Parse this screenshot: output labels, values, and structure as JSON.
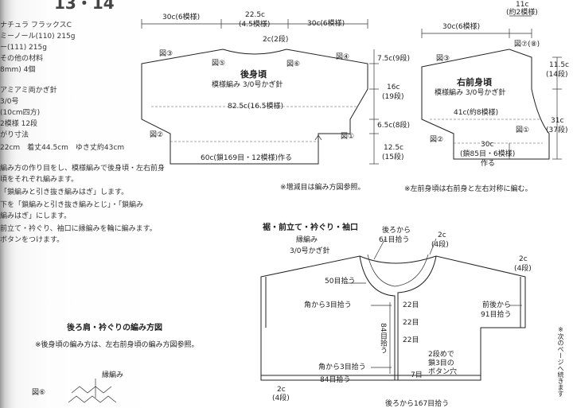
{
  "page_number": "13・14",
  "materials": {
    "lines": [
      "ナチュラ フラックスC",
      "ミーノール(110) 215g",
      "ー(111) 215g",
      "その他の材料",
      "8mm) 4個",
      "アミアミ両かぎ針",
      "3/0号",
      "(10cm四方)",
      "2模様 12段",
      "がり寸法",
      "22cm　着丈44.5cm　ゆき丈約43cm",
      "編み方の作り目をし、模様編みで後身頃・左右前身",
      "頃をそれぞれ編みます。",
      "「鎖編みと引き抜き編みはぎ」します。",
      "下を「鎖編みと引き抜き編みとじ」・「鎖編み",
      "編みはぎ」にします。",
      "前立て・衿ぐり、袖口に縁編みを輪に編みます。",
      "ボタンをつけます。"
    ]
  },
  "back_panel": {
    "title": "後身頃",
    "pattern": "模様編み 3/0号かぎ針",
    "top_left": "30c(6模様)",
    "top_mid": "22.5c",
    "top_mid_sub": "(4.5模様)",
    "top_right": "30c(6模様)",
    "neck": "2c(2段)",
    "width": "82.5c(16.5模様)",
    "bottom": "60c(鎖169目・12模様)作る",
    "fig3": "図③",
    "fig5": "図⑤",
    "fig6": "図⑥",
    "fig4": "図④",
    "fig2": "図②",
    "fig1": "図①"
  },
  "side_measures": {
    "m1": "7.5c(9段)",
    "m2": "16c",
    "m2_sub": "(19段)",
    "m3": "6.5c(8段)",
    "m4": "12.5c",
    "m4_sub": "(15段)"
  },
  "front_panel": {
    "title": "右前身頃",
    "pattern": "模様編み 3/0号かぎ針",
    "top_right": "11c",
    "top_right_sub": "(約2模様)",
    "top_left": "30c(6模様)",
    "fig3": "図③",
    "fig7": "図⑦(⑧)",
    "mid": "41c(約8模様)",
    "right_h": "11.5c",
    "right_h_sub": "(14段)",
    "right_h2": "31c",
    "right_h2_sub": "(37段)",
    "fig2": "図②",
    "fig1": "図①",
    "bottom": "30c",
    "bottom_sub": "(鎖85目・6模様)",
    "bottom_sub2": "作る"
  },
  "notes": {
    "n1": "※増減目は編み方図参照。",
    "n2": "※左前身頃は右前身と左右対称に編む。"
  },
  "trim": {
    "title": "裾・前立て・衿ぐり・袖口",
    "edge": "縁編み",
    "hook": "3/0号かぎ針",
    "back_pick": "後ろから",
    "back_pick2": "61目拾う",
    "neck_2c": "2c",
    "neck_4": "(4段)",
    "pick50": "50目拾う",
    "corner3": "角から3目拾う",
    "n22a": "22目",
    "n22b": "22目",
    "n22c": "22目",
    "pick84": "84目拾う",
    "pick84v": "84目拾う",
    "corner3b": "角から3目拾う",
    "n7": "7目",
    "buttonhole": "2段めで",
    "buttonhole2": "鎖3目の",
    "buttonhole3": "ボタン穴",
    "sleeve_2c": "2c",
    "sleeve_4": "(4段)",
    "sleeve_pick": "前後から",
    "sleeve_pick2": "91目拾う",
    "hem_2c": "2c",
    "hem_4": "(4段)",
    "back_bottom": "後ろから167目拾う"
  },
  "shoulder": {
    "title": "後ろ肩・衿ぐりの編み方図",
    "note": "※後身頃の編み方は、左右前身頃の編み方図参照。",
    "edge": "縁編み",
    "fig6": "図⑥"
  },
  "right_note": "※次のページへ続きます"
}
